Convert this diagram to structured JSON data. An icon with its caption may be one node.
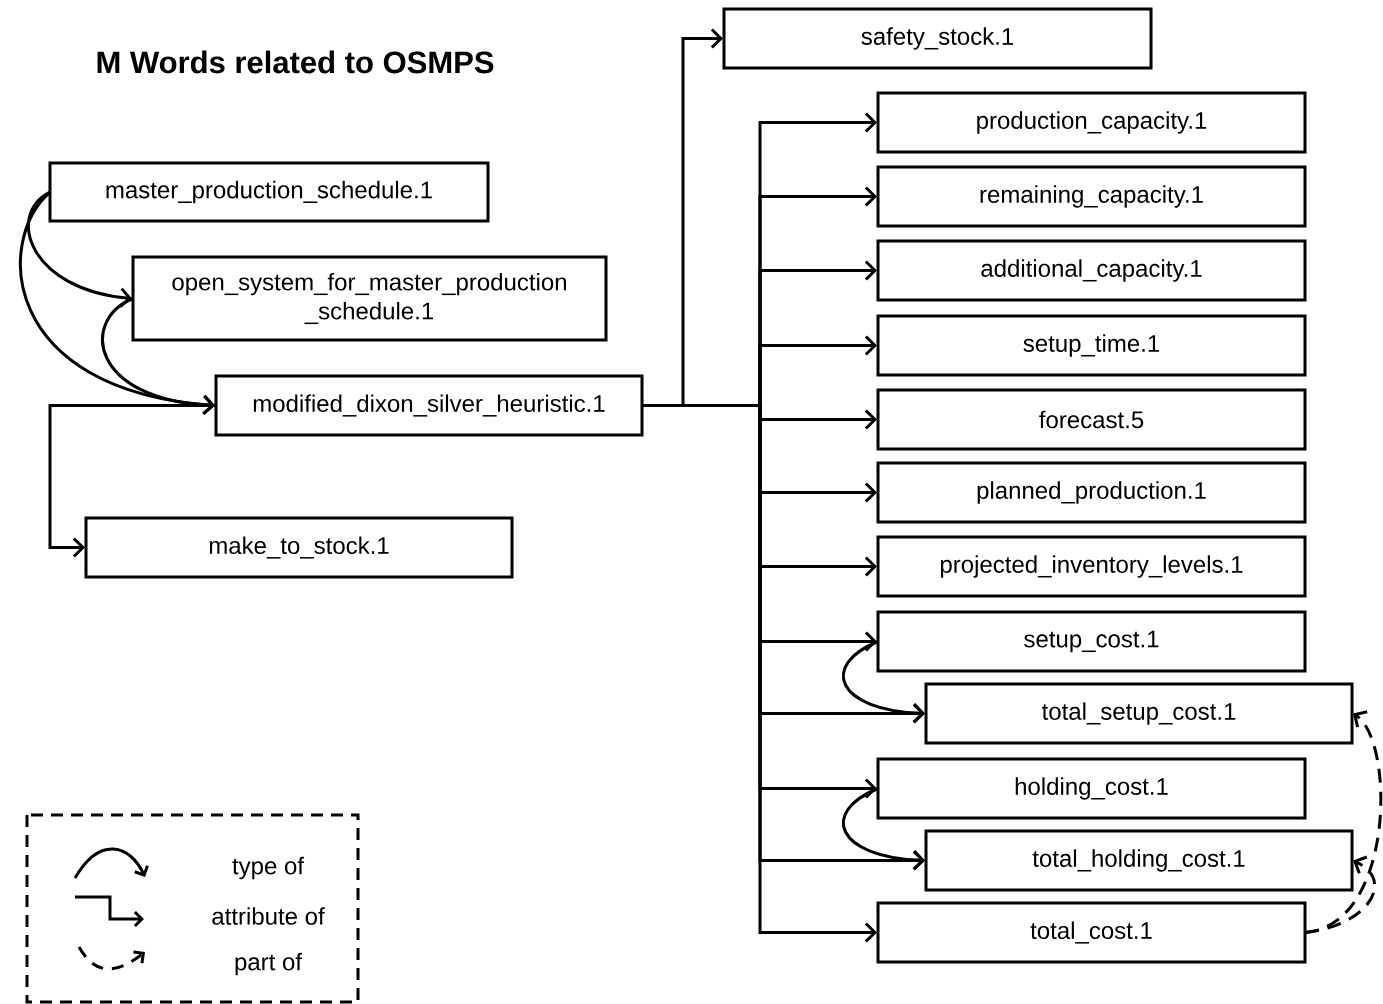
{
  "diagram": {
    "title": "M Words related to OSMPS",
    "nodes": [
      {
        "text": [
          "master_production_schedule.1"
        ]
      },
      {
        "text": [
          "open_system_for_master_production _schedule.1"
        ]
      },
      {
        "text": [
          "modified_dixon_silver_heuristic.1"
        ]
      },
      {
        "text": [
          "make_to_stock.1"
        ]
      },
      {
        "text": [
          "safety_stock.1"
        ]
      },
      {
        "text": [
          "production_capacity.1"
        ]
      },
      {
        "text": [
          "remaining_capacity.1"
        ]
      },
      {
        "text": [
          "additional_capacity.1"
        ]
      },
      {
        "text": [
          "setup_time.1"
        ]
      },
      {
        "text": [
          "forecast.5"
        ]
      },
      {
        "text": [
          "planned_production.1"
        ]
      },
      {
        "text": [
          "projected_inventory_levels.1"
        ]
      },
      {
        "text": [
          "setup_cost.1"
        ]
      },
      {
        "text": [
          "total_setup_cost.1"
        ]
      },
      {
        "text": [
          "holding_cost.1"
        ]
      },
      {
        "text": [
          "total_holding_cost.1"
        ]
      },
      {
        "text": [
          "total_cost.1"
        ]
      }
    ],
    "edges": [
      {
        "from": 0,
        "to": 1,
        "arrow": "to"
      },
      {
        "from": 0,
        "to": 2,
        "arrow": "to"
      },
      {
        "from": 1,
        "to": 2,
        "arrow": "to"
      },
      {
        "from": 2,
        "to": 3,
        "arrow": "to"
      },
      {
        "from": 2,
        "to": 4,
        "arrow": "to"
      },
      {
        "from": 2,
        "to": 5,
        "arrow": "to"
      },
      {
        "from": 2,
        "to": 6,
        "arrow": "to"
      },
      {
        "from": 2,
        "to": 7,
        "arrow": "to"
      },
      {
        "from": 2,
        "to": 8,
        "arrow": "to"
      },
      {
        "from": 2,
        "to": 9,
        "arrow": "to"
      },
      {
        "from": 2,
        "to": 10,
        "arrow": "to"
      },
      {
        "from": 2,
        "to": 11,
        "arrow": "to"
      },
      {
        "from": 2,
        "to": 12,
        "arrow": "to"
      },
      {
        "from": 2,
        "to": 13,
        "arrow": "to"
      },
      {
        "from": 2,
        "to": 14,
        "arrow": "to"
      },
      {
        "from": 2,
        "to": 15,
        "arrow": "to"
      },
      {
        "from": 2,
        "to": 16,
        "arrow": "to"
      },
      {
        "from": 12,
        "to": 13,
        "arrow": "to"
      },
      {
        "from": 14,
        "to": 15,
        "arrow": "to"
      },
      {
        "from": 16,
        "to": 13,
        "arrow": "to",
        "style": "dashed"
      },
      {
        "from": 16,
        "to": 15,
        "arrow": "to",
        "style": "dashed"
      }
    ],
    "legend": [
      {
        "text": "type of"
      },
      {
        "text": "attribute of"
      },
      {
        "text": "part of"
      }
    ]
  }
}
